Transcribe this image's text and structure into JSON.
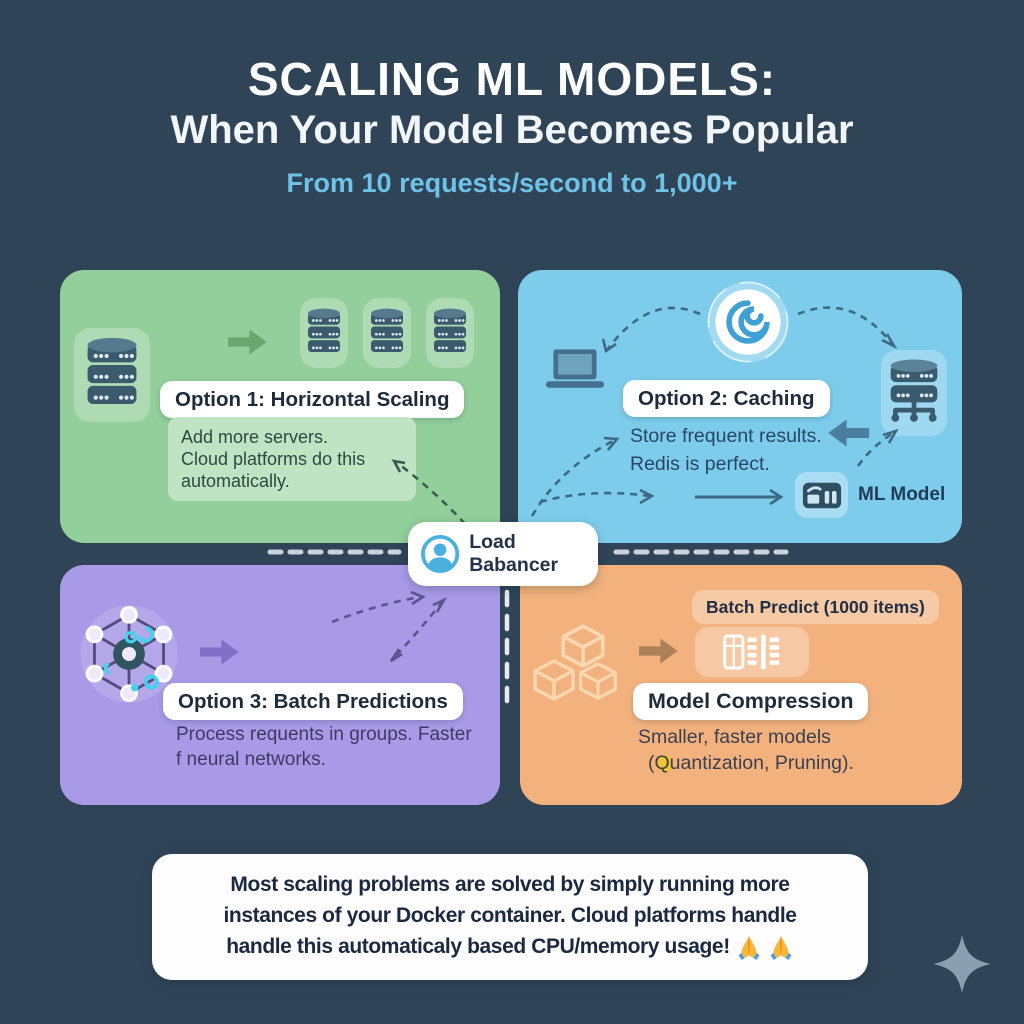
{
  "header": {
    "title_line1": "SCALING ML MODELS:",
    "title_line2": "When Your Model Becomes Popular",
    "subtitle": "From 10 requests/second to 1,000+"
  },
  "panels": {
    "option1": {
      "title": "Option 1: Horizontal Scaling",
      "note": [
        "Add more servers.",
        "Cloud platforms do this",
        "automatically."
      ]
    },
    "option2": {
      "title": "Option 2: Caching",
      "note": [
        "Store frequent results.",
        "Redis is perfect."
      ],
      "ml_model_label": "ML Model"
    },
    "option3": {
      "title": "Option 3: Batch Predictions",
      "note": [
        "Process requents in groups. Faster",
        "f neural networks."
      ]
    },
    "option4": {
      "title": "Model Compression",
      "badge": "Batch Predict (1000 items)",
      "note": [
        "Smaller, faster models",
        "(Quantization, Pruning)."
      ]
    }
  },
  "load_balancer": {
    "label": "Load Babancer"
  },
  "footer": {
    "lines": [
      "Most scaling problems are solved by simply running more",
      "instances of your Docker container. Cloud platforms handle",
      "handle this automaticaly based CPU/memory usage!"
    ],
    "emoji": "folded-hands",
    "emoji_count": 2
  },
  "icons": {
    "database": "stacked-cylinder-server",
    "server_cluster": "three-databases",
    "cache": "swirl-spiral-in-circle",
    "client": "laptop",
    "networked_server": "database-with-network-legs",
    "ml_model": "container-box-chip",
    "neural_network": "connected-nodes-hexagon",
    "batch_items": "hexagon-cubes",
    "batch_table": "data-table-grid",
    "load_balancer": "person-in-circle",
    "sparkle": "four-point-star",
    "celebration": "folded-hands-emoji"
  },
  "colors": {
    "background": "#2f4457",
    "title": "#ffffff",
    "subtitle": "#6fc3e8",
    "panel_green": "#92cf9a",
    "panel_blue": "#7eccec",
    "panel_purple": "#a89ae7",
    "panel_orange": "#f3b27d",
    "pill_bg": "#ffffff",
    "pill_text": "#1d2b3a",
    "footer_bg": "#fdfdfd",
    "sparkle": "#8aa0b0"
  }
}
